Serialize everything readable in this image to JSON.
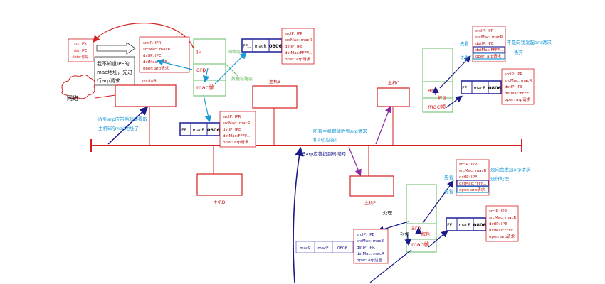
{
  "colors": {
    "red": "#d42020",
    "blue": "#2a2aa0",
    "cyan": "#1a9ad6",
    "green": "#66bb66",
    "purple": "#8a2aa0",
    "navy": "#1a1a88",
    "darkred": "#b81818"
  },
  "left_note": {
    "lines": [
      "src: IPx",
      "dst: IPE",
      "data:你好"
    ]
  },
  "thought_text": [
    "我不知道IPE的",
    "mac地址，先进",
    "行arp请求"
  ],
  "cloud_label": "网络",
  "router": {
    "label": "routeR",
    "layers": [
      "IP",
      "arp",
      "mac帧"
    ],
    "layer_note_ip": "网络层",
    "layer_note_mac": "数据链路层",
    "arp_box_lines": [
      "srcIP: IPR",
      "srcMac: macR",
      "dstIP: IPE",
      "dstMac:FFFF...",
      "oper: arp请求"
    ],
    "frame_top": [
      "FF...",
      "macR",
      "0806"
    ],
    "frame_top_lines": [
      "srcIP: IPR",
      "srcMac: macR",
      "dstIP: IPE",
      "dstMac:FFFF...",
      "oper: arp请求"
    ],
    "frame_bottom": [
      "FF...",
      "macR",
      "0806"
    ],
    "frame_bottom_lines": [
      "srcIP: IPR",
      "srcMac: macR",
      "dstIP: IPE",
      "dstMac:FFFF...",
      "oper: arp请求"
    ]
  },
  "note_receive": [
    "收到arp应答后就能提取",
    "主机E的mac地址了"
  ],
  "host_b_label": "主机B",
  "host_c": {
    "label": "主机C",
    "layers": [
      "arp",
      "mac帧"
    ],
    "unpack": "解包",
    "first_look": "先看",
    "not_me": "不是向我发起arp请求",
    "discard": "丢弃",
    "top_lines": [
      "srcIP: IPR",
      "srcMac: macR",
      "dstIP: IPE",
      "dstMac:FFFF...",
      "oper: arp请求"
    ],
    "frame": [
      "FF...",
      "macR",
      "0806"
    ],
    "frame_lines": [
      "srcIP: IPR",
      "srcMac: macR",
      "dstIP: IPE",
      "dstMac:FFFF...",
      "oper: arp请求"
    ]
  },
  "bus_note": [
    "所有主机都能收到arp请求",
    "和arp应答！"
  ],
  "broadcast_note": "把arp应答扔到局域网",
  "host_d_label": "主机D",
  "host_e": {
    "label": "主机E",
    "layers": [
      "arp",
      "mac帧"
    ],
    "unpack": "解包",
    "encapsulate": "封包",
    "process": "处理",
    "first_look": "先看",
    "is_me": [
      "是向我发起arp请求",
      "进行处理！"
    ],
    "top_lines": [
      "srcIP: IPR",
      "srcMac: macR",
      "dstIP: IPE",
      "dstMac:FFFF...",
      "oper: arp请求"
    ],
    "reply_lines": [
      "srcIP: IPE",
      "srcMac: macE",
      "dstIP: IPR",
      "dstMac: macR",
      "oper: arp应答"
    ],
    "reply_frame": [
      "macR",
      "macE",
      "0806"
    ],
    "frame": [
      "FF...",
      "macR",
      "0806"
    ],
    "frame_lines": [
      "srcIP: IPR",
      "srcMac: macR",
      "dstIP: IPE",
      "dstMac:FFFF...",
      "oper: arp请求"
    ]
  }
}
